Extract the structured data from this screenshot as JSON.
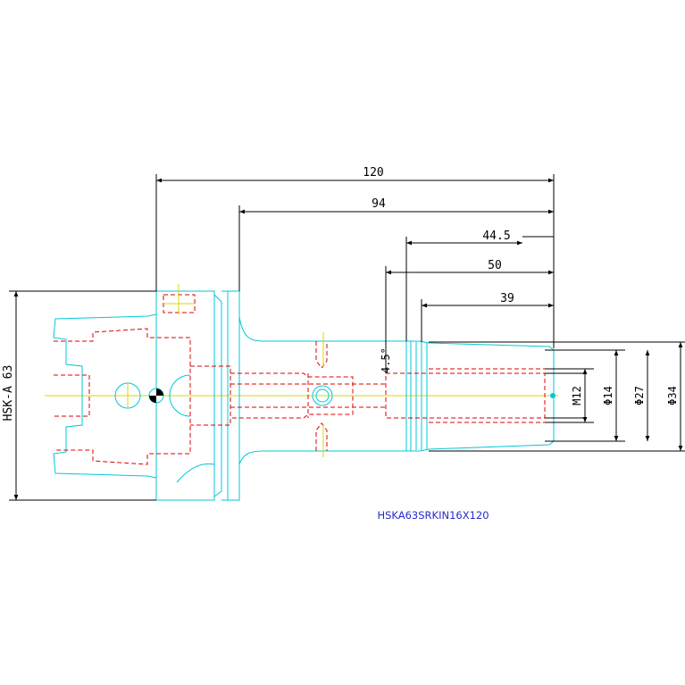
{
  "dimensions": {
    "overall_length": "120",
    "length_94": "94",
    "length_44_5": "44.5",
    "length_50": "50",
    "length_39": "39",
    "angle": "4.5°",
    "thread": "M12",
    "bore_diameter": "Φ14",
    "nose_diameter": "Φ27",
    "body_diameter": "Φ34",
    "shank_label": "HSK-A 63"
  },
  "part_number": "HSKA63SRKIN16X120",
  "colors": {
    "outline": "#00c8d8",
    "hidden": "#e00000",
    "dimension": "#000000",
    "centerline": "#d8d800",
    "label": "#2a2acc"
  }
}
